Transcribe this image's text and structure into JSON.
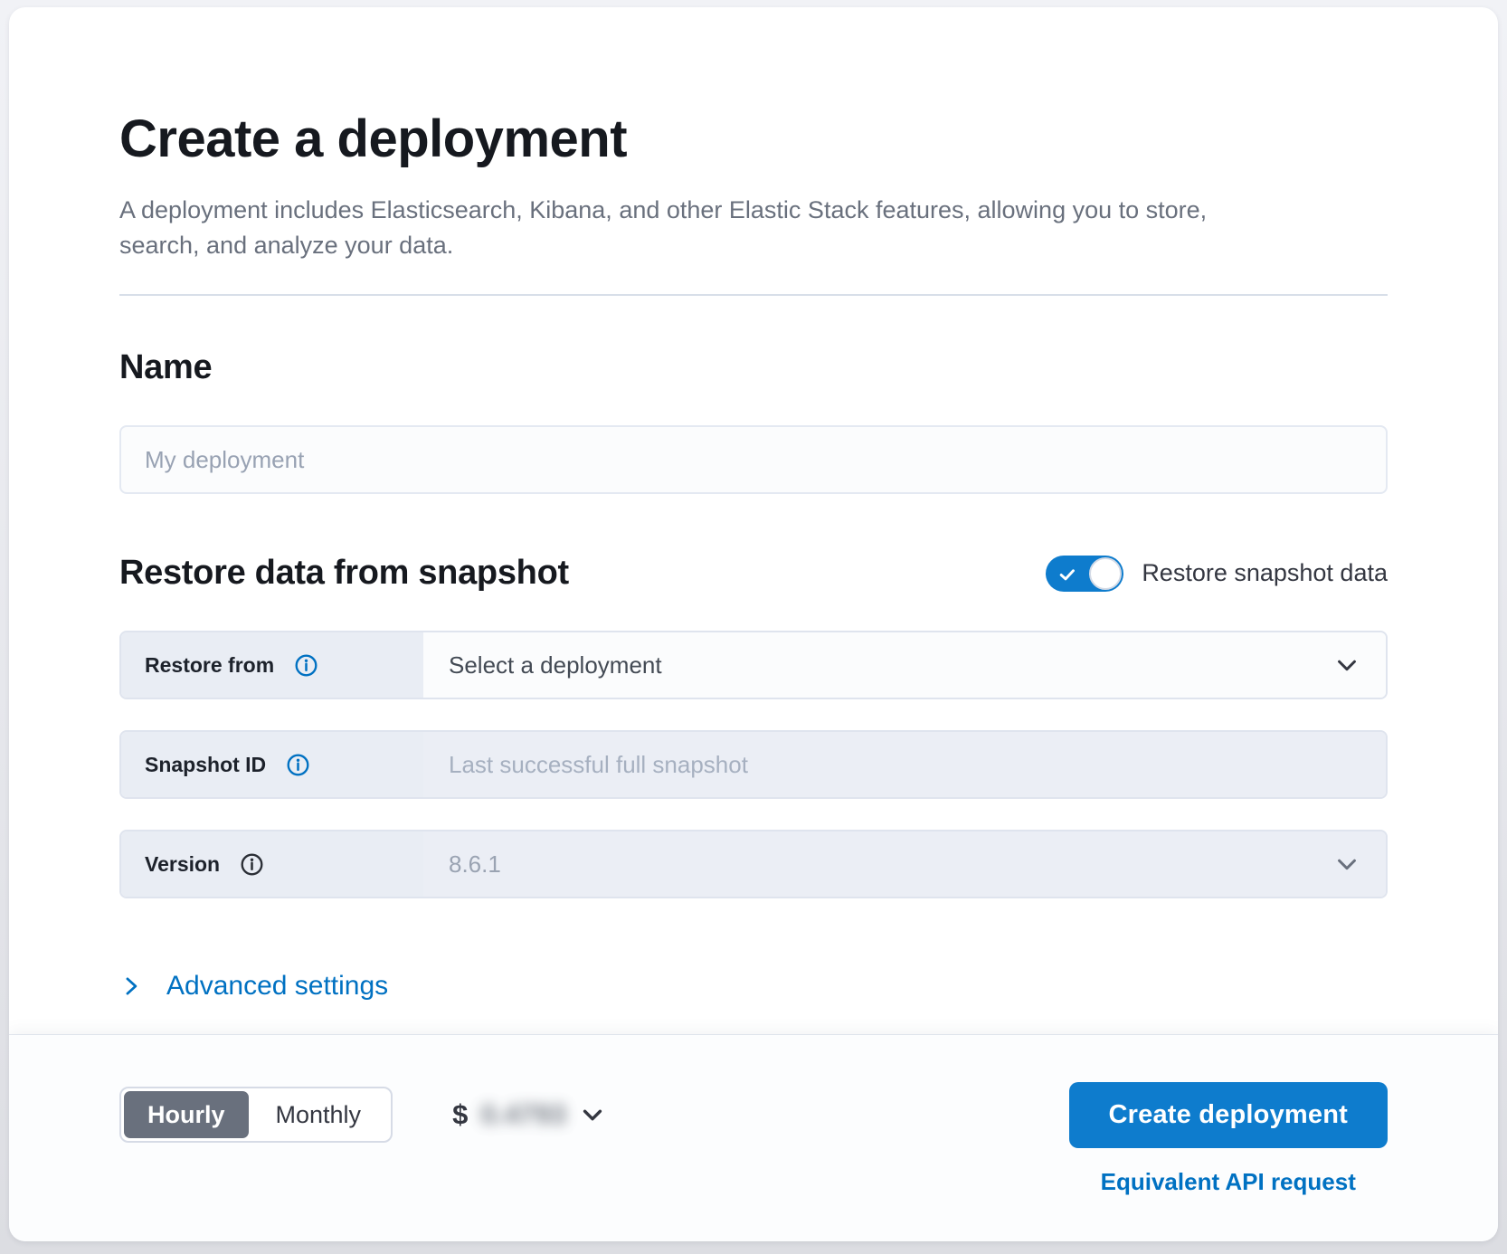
{
  "page": {
    "title": "Create a deployment",
    "subtitle": "A deployment includes Elasticsearch, Kibana, and other Elastic Stack features, allowing you to store, search, and analyze your data."
  },
  "name_section": {
    "heading": "Name",
    "placeholder": "My deployment",
    "value": ""
  },
  "restore_section": {
    "heading": "Restore data from snapshot",
    "toggle_label": "Restore snapshot data",
    "toggle_on": true,
    "rows": {
      "restore_from": {
        "label": "Restore from",
        "value": "Select a deployment",
        "info_icon": "blue"
      },
      "snapshot_id": {
        "label": "Snapshot ID",
        "placeholder": "Last successful full snapshot",
        "disabled": true,
        "info_icon": "blue"
      },
      "version": {
        "label": "Version",
        "value": "8.6.1",
        "disabled": true,
        "info_icon": "dark"
      }
    }
  },
  "advanced": {
    "label": "Advanced settings"
  },
  "footer": {
    "billing": {
      "hourly_label": "Hourly",
      "monthly_label": "Monthly",
      "selected": "Hourly"
    },
    "price": {
      "currency": "$",
      "amount": "0.4793",
      "blurred": true
    },
    "create_label": "Create deployment",
    "api_link_label": "Equivalent API request"
  },
  "colors": {
    "primary_blue": "#0e7ccd",
    "link_blue": "#0071c2",
    "slate_selected": "#69707d",
    "label_background": "#e9edf4",
    "disabled_field_background": "#ebeef5"
  }
}
